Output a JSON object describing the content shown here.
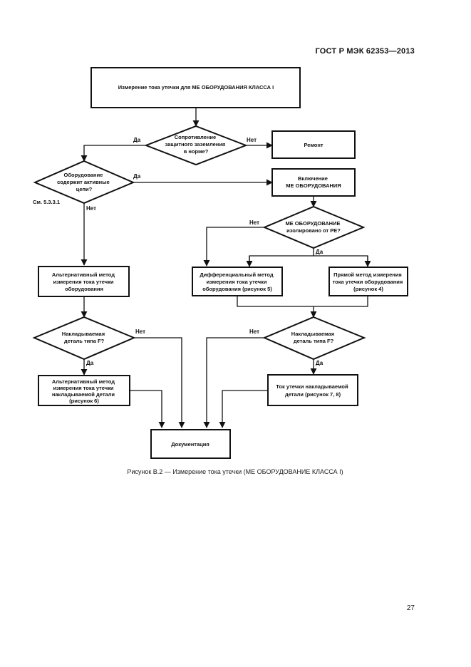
{
  "header": {
    "standard": "ГОСТ Р МЭК 62353—2013"
  },
  "page": {
    "number": "27"
  },
  "caption": "Рисунок В.2 — Измерение тока утечки (МЕ ОБОРУДОВАНИЕ КЛАССА I)",
  "flowchart": {
    "start": "Измерение тока утечки для МЕ ОБОРУДОВАНИЯ КЛАССА I",
    "q_earth": [
      "Сопротивление",
      "защитного заземления",
      "в норме?"
    ],
    "repair": "Ремонт",
    "q_active": [
      "Оборудование",
      "содержит активные",
      "цепи?"
    ],
    "ref": "См. 5.3.3.1",
    "switch_on": [
      "Включение",
      "МЕ ОБОРУДОВАНИЯ"
    ],
    "q_isolated": [
      "МЕ ОБОРУДОВАНИЕ",
      "изолировано от PE?"
    ],
    "alt_method": [
      "Альтернативный метод",
      "измерения тока утечки",
      "оборудования"
    ],
    "diff_method": [
      "Дифференциальный метод",
      "измерения тока утечки",
      "оборудования (рисунок 5)"
    ],
    "direct_method": [
      "Прямой метод измерения",
      "тока утечки оборудования",
      "(рисунок 4)"
    ],
    "q_applied_left": [
      "Накладываемая",
      "деталь типа F?"
    ],
    "q_applied_right": [
      "Накладываемая",
      "деталь типа F?"
    ],
    "alt_applied": [
      "Альтернативный метод",
      "измерения тока утечки",
      "накладываемой детали",
      "(рисунок 6)"
    ],
    "applied_current": [
      "Ток утечки накладываемой",
      "детали (рисунок 7, 8)"
    ],
    "documentation": "Документация",
    "labels": {
      "yes": "Да",
      "no": "Нет"
    }
  }
}
